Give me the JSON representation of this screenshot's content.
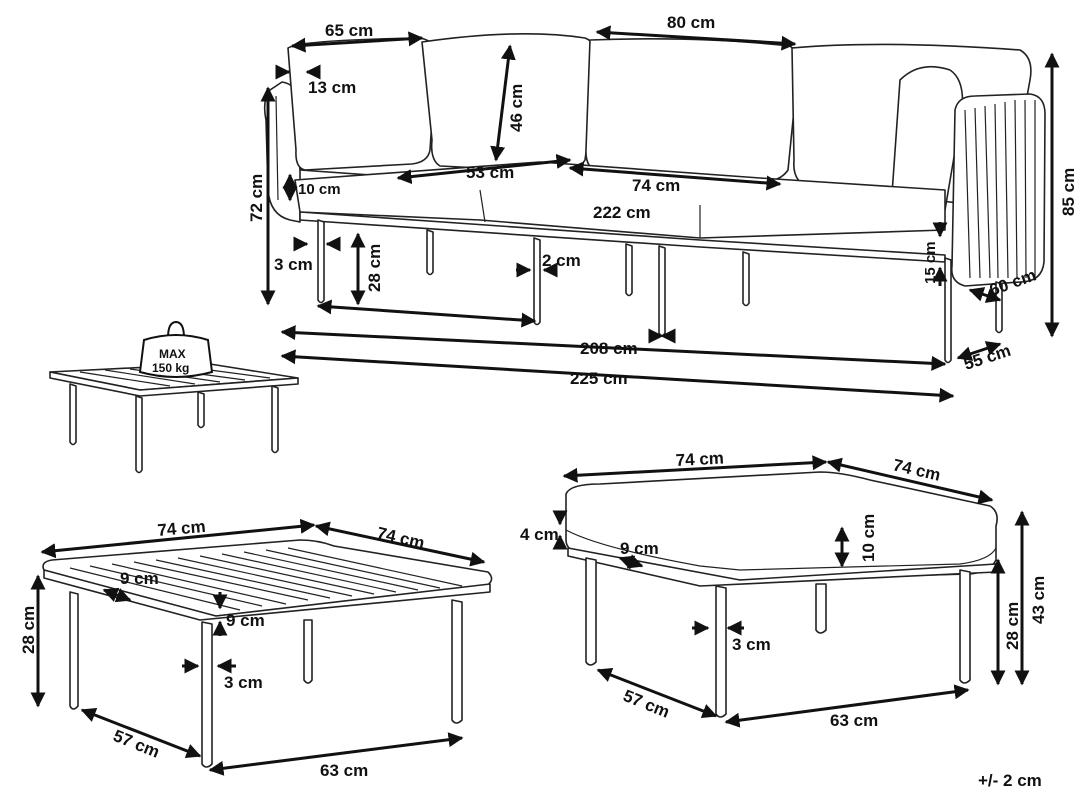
{
  "sofa": {
    "dims": {
      "d65": "65 cm",
      "d80": "80 cm",
      "d13": "13 cm",
      "d46": "46 cm",
      "d72": "72 cm",
      "d10": "10 cm",
      "d53": "53 cm",
      "d74": "74 cm",
      "d222": "222 cm",
      "d3": "3 cm",
      "d28": "28 cm",
      "d2": "2 cm",
      "d15": "15 cm",
      "d85": "85 cm",
      "d60": "60 cm",
      "d208": "208 cm",
      "d225": "225 cm",
      "d55": "55 cm"
    }
  },
  "load_badge": {
    "line1": "MAX",
    "line2": "150 kg"
  },
  "table": {
    "dims": {
      "w74a": "74 cm",
      "w74b": "74 cm",
      "d9a": "9 cm",
      "d9b": "9 cm",
      "h28": "28 cm",
      "d3": "3 cm",
      "d57": "57 cm",
      "d63": "63 cm"
    }
  },
  "ottoman": {
    "dims": {
      "w74a": "74 cm",
      "w74b": "74 cm",
      "d4": "4 cm",
      "d9": "9 cm",
      "d10": "10 cm",
      "d3": "3 cm",
      "h28": "28 cm",
      "h43": "43 cm",
      "d57": "57 cm",
      "d63": "63 cm"
    }
  },
  "tolerance": "+/- 2 cm"
}
